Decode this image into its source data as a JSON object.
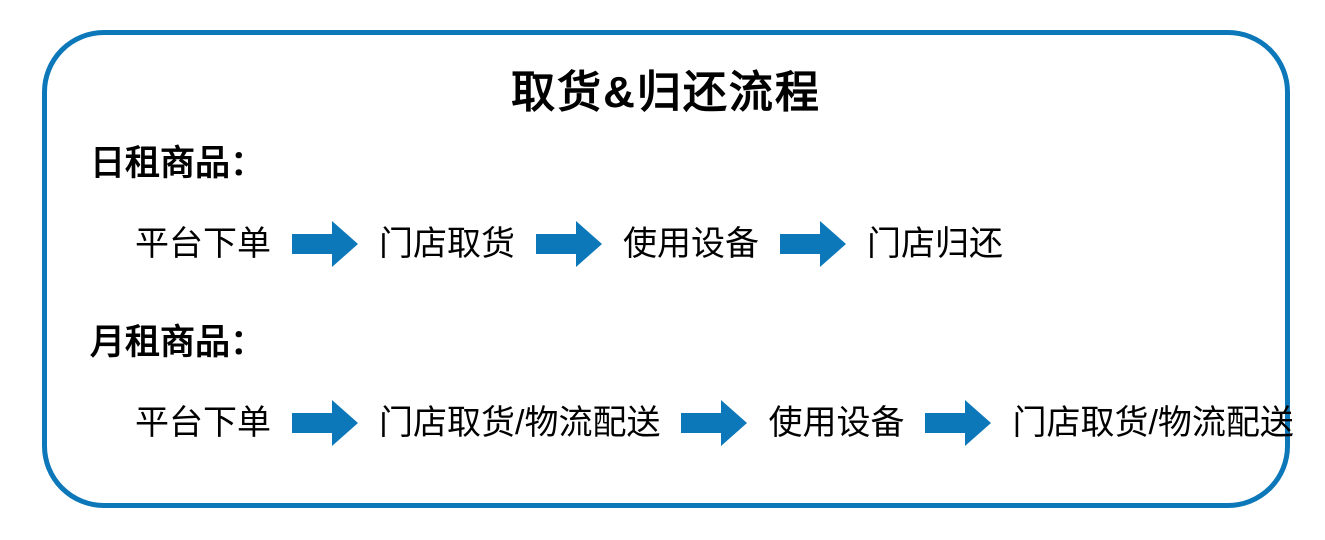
{
  "title": "取货&归还流程",
  "colors": {
    "accent": "#0d78b9",
    "text": "#000000",
    "background": "#ffffff"
  },
  "sections": [
    {
      "label": "日租商品：",
      "steps": [
        "平台下单",
        "门店取货",
        "使用设备",
        "门店归还"
      ]
    },
    {
      "label": "月租商品：",
      "steps": [
        "平台下单",
        "门店取货/物流配送",
        "使用设备",
        "门店取货/物流配送"
      ]
    }
  ]
}
